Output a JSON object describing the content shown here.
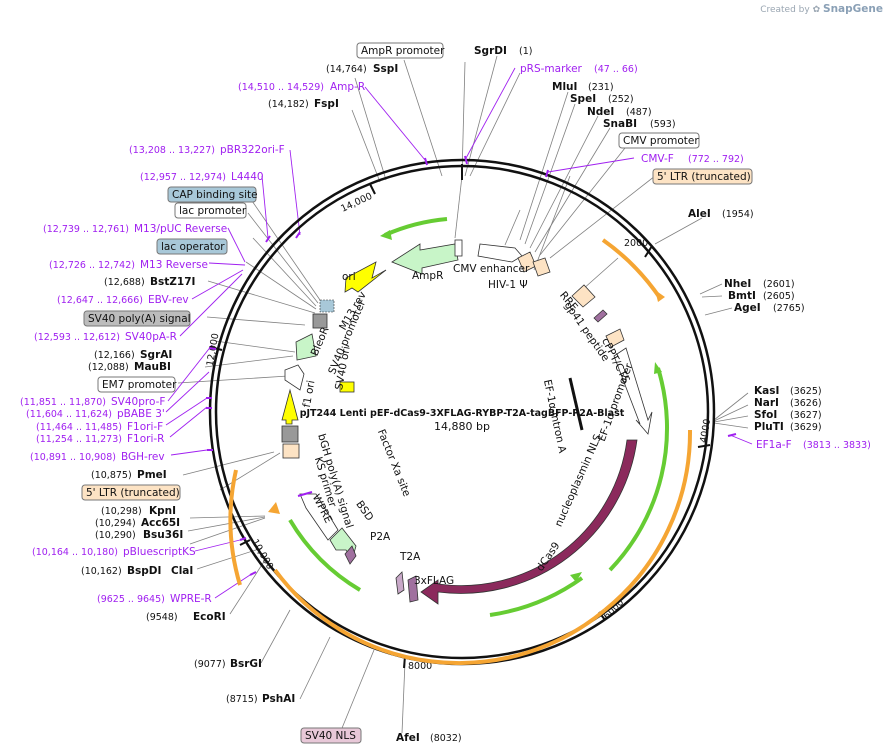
{
  "brand": {
    "prefix": "Created by",
    "name": "SnapGene"
  },
  "plasmid": {
    "name": "pJT244 Lenti pEF-dCas9-3XFLAG-RYBP-T2A-tagBFP-P2A-Blast",
    "size": "14,880 bp"
  },
  "ticks": [
    "2000",
    "4000",
    "6000",
    "8000",
    "10,000",
    "12,000",
    "14,000"
  ],
  "labels": {
    "ampr_promoter": "AmpR promoter",
    "sgrdi": "SgrDI",
    "sgrdi_pos": "(1)",
    "sspi_pos": "(14,764)",
    "sspi": "SspI",
    "prs_marker": "pRS-marker",
    "prs_marker_pos": "(47 .. 66)",
    "ampr_primer_pos": "(14,510 .. 14,529)",
    "ampr_primer": "Amp-R",
    "mlui": "MluI",
    "mlui_pos": "(231)",
    "fspi_pos": "(14,182)",
    "fspi": "FspI",
    "spei": "SpeI",
    "spei_pos": "(252)",
    "ndei": "NdeI",
    "ndei_pos": "(487)",
    "snabi": "SnaBI",
    "snabi_pos": "(593)",
    "pbr322_pos": "(13,208 .. 13,227)",
    "pbr322": "pBR322ori-F",
    "cmv_promoter": "CMV promoter",
    "cmvf": "CMV-F",
    "cmvf_pos": "(772 .. 792)",
    "l4440_pos": "(12,957 .. 12,974)",
    "l4440": "L4440",
    "ltr5_top": "5' LTR (truncated)",
    "cap": "CAP binding site",
    "lac_promoter": "lac promoter",
    "alei": "AleI",
    "alei_pos": "(1954)",
    "m13puc_pos": "(12,739 .. 12,761)",
    "m13puc": "M13/pUC Reverse",
    "lac_operator": "lac operator",
    "m13rev_pos": "(12,726 .. 12,742)",
    "m13rev": "M13 Reverse",
    "bstz_pos": "(12,688)",
    "bstz": "BstZ17I",
    "nhei": "NheI",
    "nhei_pos": "(2601)",
    "bmti": "BmtI",
    "bmti_pos": "(2605)",
    "ebvrev_pos": "(12,647 .. 12,666)",
    "ebvrev": "EBV-rev",
    "agei": "AgeI",
    "agei_pos": "(2765)",
    "sv40polya": "SV40 poly(A) signal",
    "sv40pa_pos": "(12,593 .. 12,612)",
    "sv40pa": "SV40pA-R",
    "sgrai_pos": "(12,166)",
    "sgrai": "SgrAI",
    "maubi_pos": "(12,088)",
    "maubi": "MauBI",
    "em7": "EM7 promoter",
    "kasi": "KasI",
    "kasi_pos": "(3625)",
    "nari": "NarI",
    "nari_pos": "(3626)",
    "sv40prof_pos": "(11,851 .. 11,870)",
    "sv40prof": "SV40pro-F",
    "sfoi": "SfoI",
    "sfoi_pos": "(3627)",
    "pbabe_pos": "(11,604 .. 11,624)",
    "pbabe": "pBABE 3'",
    "plutI": "PluTI",
    "plutI_pos": "(3629)",
    "f1orif_pos": "(11,464 .. 11,485)",
    "f1orif": "F1ori-F",
    "f1orir_pos": "(11,254 .. 11,273)",
    "f1orir": "F1ori-R",
    "ef1af": "EF1a-F",
    "ef1af_pos": "(3813 .. 3833)",
    "bghrev_pos": "(10,891 .. 10,908)",
    "bghrev": "BGH-rev",
    "pmei_pos": "(10,875)",
    "pmei": "PmeI",
    "ltr5_bottom": "5' LTR (truncated)",
    "kpni_pos": "(10,298)",
    "kpni": "KpnI",
    "acc65i_pos": "(10,294)",
    "acc65i": "Acc65I",
    "bsu36i_pos": "(10,290)",
    "bsu36i": "Bsu36I",
    "pbsks_pos": "(10,164 .. 10,180)",
    "pbsks": "pBluescriptKS",
    "bspdi_pos": "(10,162)",
    "bspdi": "BspDI",
    "clai": "ClaI",
    "wprer_pos": "(9625 .. 9645)",
    "wprer": "WPRE-R",
    "ecori_pos": "(9548)",
    "ecori": "EcoRI",
    "bsrgi_pos": "(9077)",
    "bsrgi": "BsrGI",
    "pshai_pos": "(8715)",
    "pshai": "PshAI",
    "sv40nls": "SV40 NLS",
    "afei": "AfeI",
    "afei_pos": "(8032)"
  },
  "features": {
    "ampr": "AmpR",
    "ori": "ori",
    "cmv_enh": "CMV enhancer",
    "hiv": "HIV-1 Ψ",
    "rre": "RRE",
    "gp41": "gp41 peptide",
    "cppt": "cPPT/CTS",
    "ef1a": "EF-1α promoter",
    "ef1a_intron": "EF-1α intron A",
    "nls": "nucleoplasmin NLS",
    "dcas9": "dCas9",
    "flag": "3xFLAG",
    "t2a": "T2A",
    "p2a": "P2A",
    "bsd": "BSD",
    "wpre": "WPRE",
    "ks": "KS primer",
    "bgh": "bGH poly(A) signal",
    "xa": "Factor Xa site",
    "sv40ori": "SV40 ori",
    "bleor": "BleoR",
    "sv40prom": "SV40 promoter",
    "f1ori": "f1 ori",
    "m13rev": "M13 rev"
  },
  "colors": {
    "primer": "#a020f0",
    "gene": "#c8f5c8",
    "dcas9": "#8b2a5c",
    "ltr": "#f5a533",
    "ltr_box": "#fde3c4",
    "ori": "#ffff00",
    "lac_box": "#a8c8d8",
    "sv40_box": "#bcbcbc",
    "nls_box": "#e8c8d8"
  }
}
